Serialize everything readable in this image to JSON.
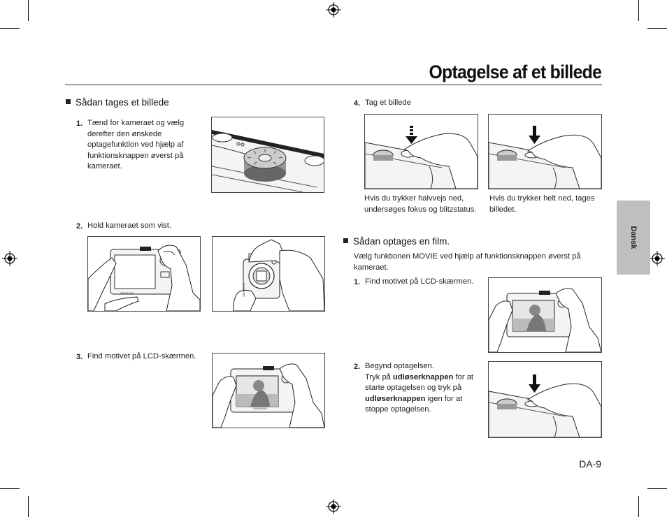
{
  "page": {
    "title": "Optagelse af et billede",
    "page_number": "DA-9",
    "side_tab": "Dansk"
  },
  "left": {
    "section_heading": "Sådan tages et billede",
    "steps": [
      {
        "num": "1.",
        "text": "Tænd for kameraet og vælg derefter den ønskede optagefunktion ved hjælp af funktionsknappen øverst på kameraet."
      },
      {
        "num": "2.",
        "text": "Hold kameraet som vist."
      },
      {
        "num": "3.",
        "text": "Find motivet på LCD-skærmen."
      }
    ]
  },
  "right": {
    "step4": {
      "num": "4.",
      "text": "Tag et billede",
      "caption_half": "Hvis du trykker halvvejs ned, undersøges fokus og blitzstatus.",
      "caption_full": "Hvis du trykker helt ned, tages billedet."
    },
    "movie": {
      "heading": "Sådan optages en film.",
      "intro": "Vælg funktionen MOVIE ved hjælp af funktionsknappen øverst på kameraet.",
      "step1": {
        "num": "1.",
        "text": "Find motivet på LCD-skærmen."
      },
      "step2": {
        "num": "2.",
        "line1": "Begynd optagelsen.",
        "p1": "Tryk på ",
        "b1": "udløserknappen",
        "p2": " for at starte optagelsen og tryk på ",
        "b2": "udløserknappen",
        "p3": " igen for at stoppe optagelsen."
      }
    }
  },
  "illustrations": {
    "brand": "SAMSUNG",
    "icons": [
      "camera-mode-dial-illustration",
      "hands-holding-camera-back-illustration",
      "hands-holding-camera-front-illustration",
      "lcd-subject-illustration",
      "half-press-shutter-illustration",
      "full-press-shutter-illustration",
      "arrow-down-icon"
    ]
  }
}
